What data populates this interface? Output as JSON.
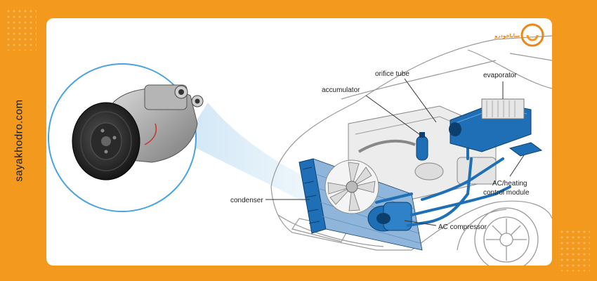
{
  "site": {
    "url": "sayakhodro.com",
    "logo_text": "سایاخودرو"
  },
  "colors": {
    "frame": "#F39A1E",
    "card": "#FFFFFF",
    "accent_blue": "#1E6FB5",
    "circle": "#4AA3DF"
  },
  "labels": {
    "orifice_tube": "orifice tube",
    "evaporator": "evaporator",
    "accumulator": "accumulator",
    "condenser": "condenser",
    "ac_compressor": "AC compressor",
    "control_module_line1": "AC/heating",
    "control_module_line2": "control module"
  }
}
